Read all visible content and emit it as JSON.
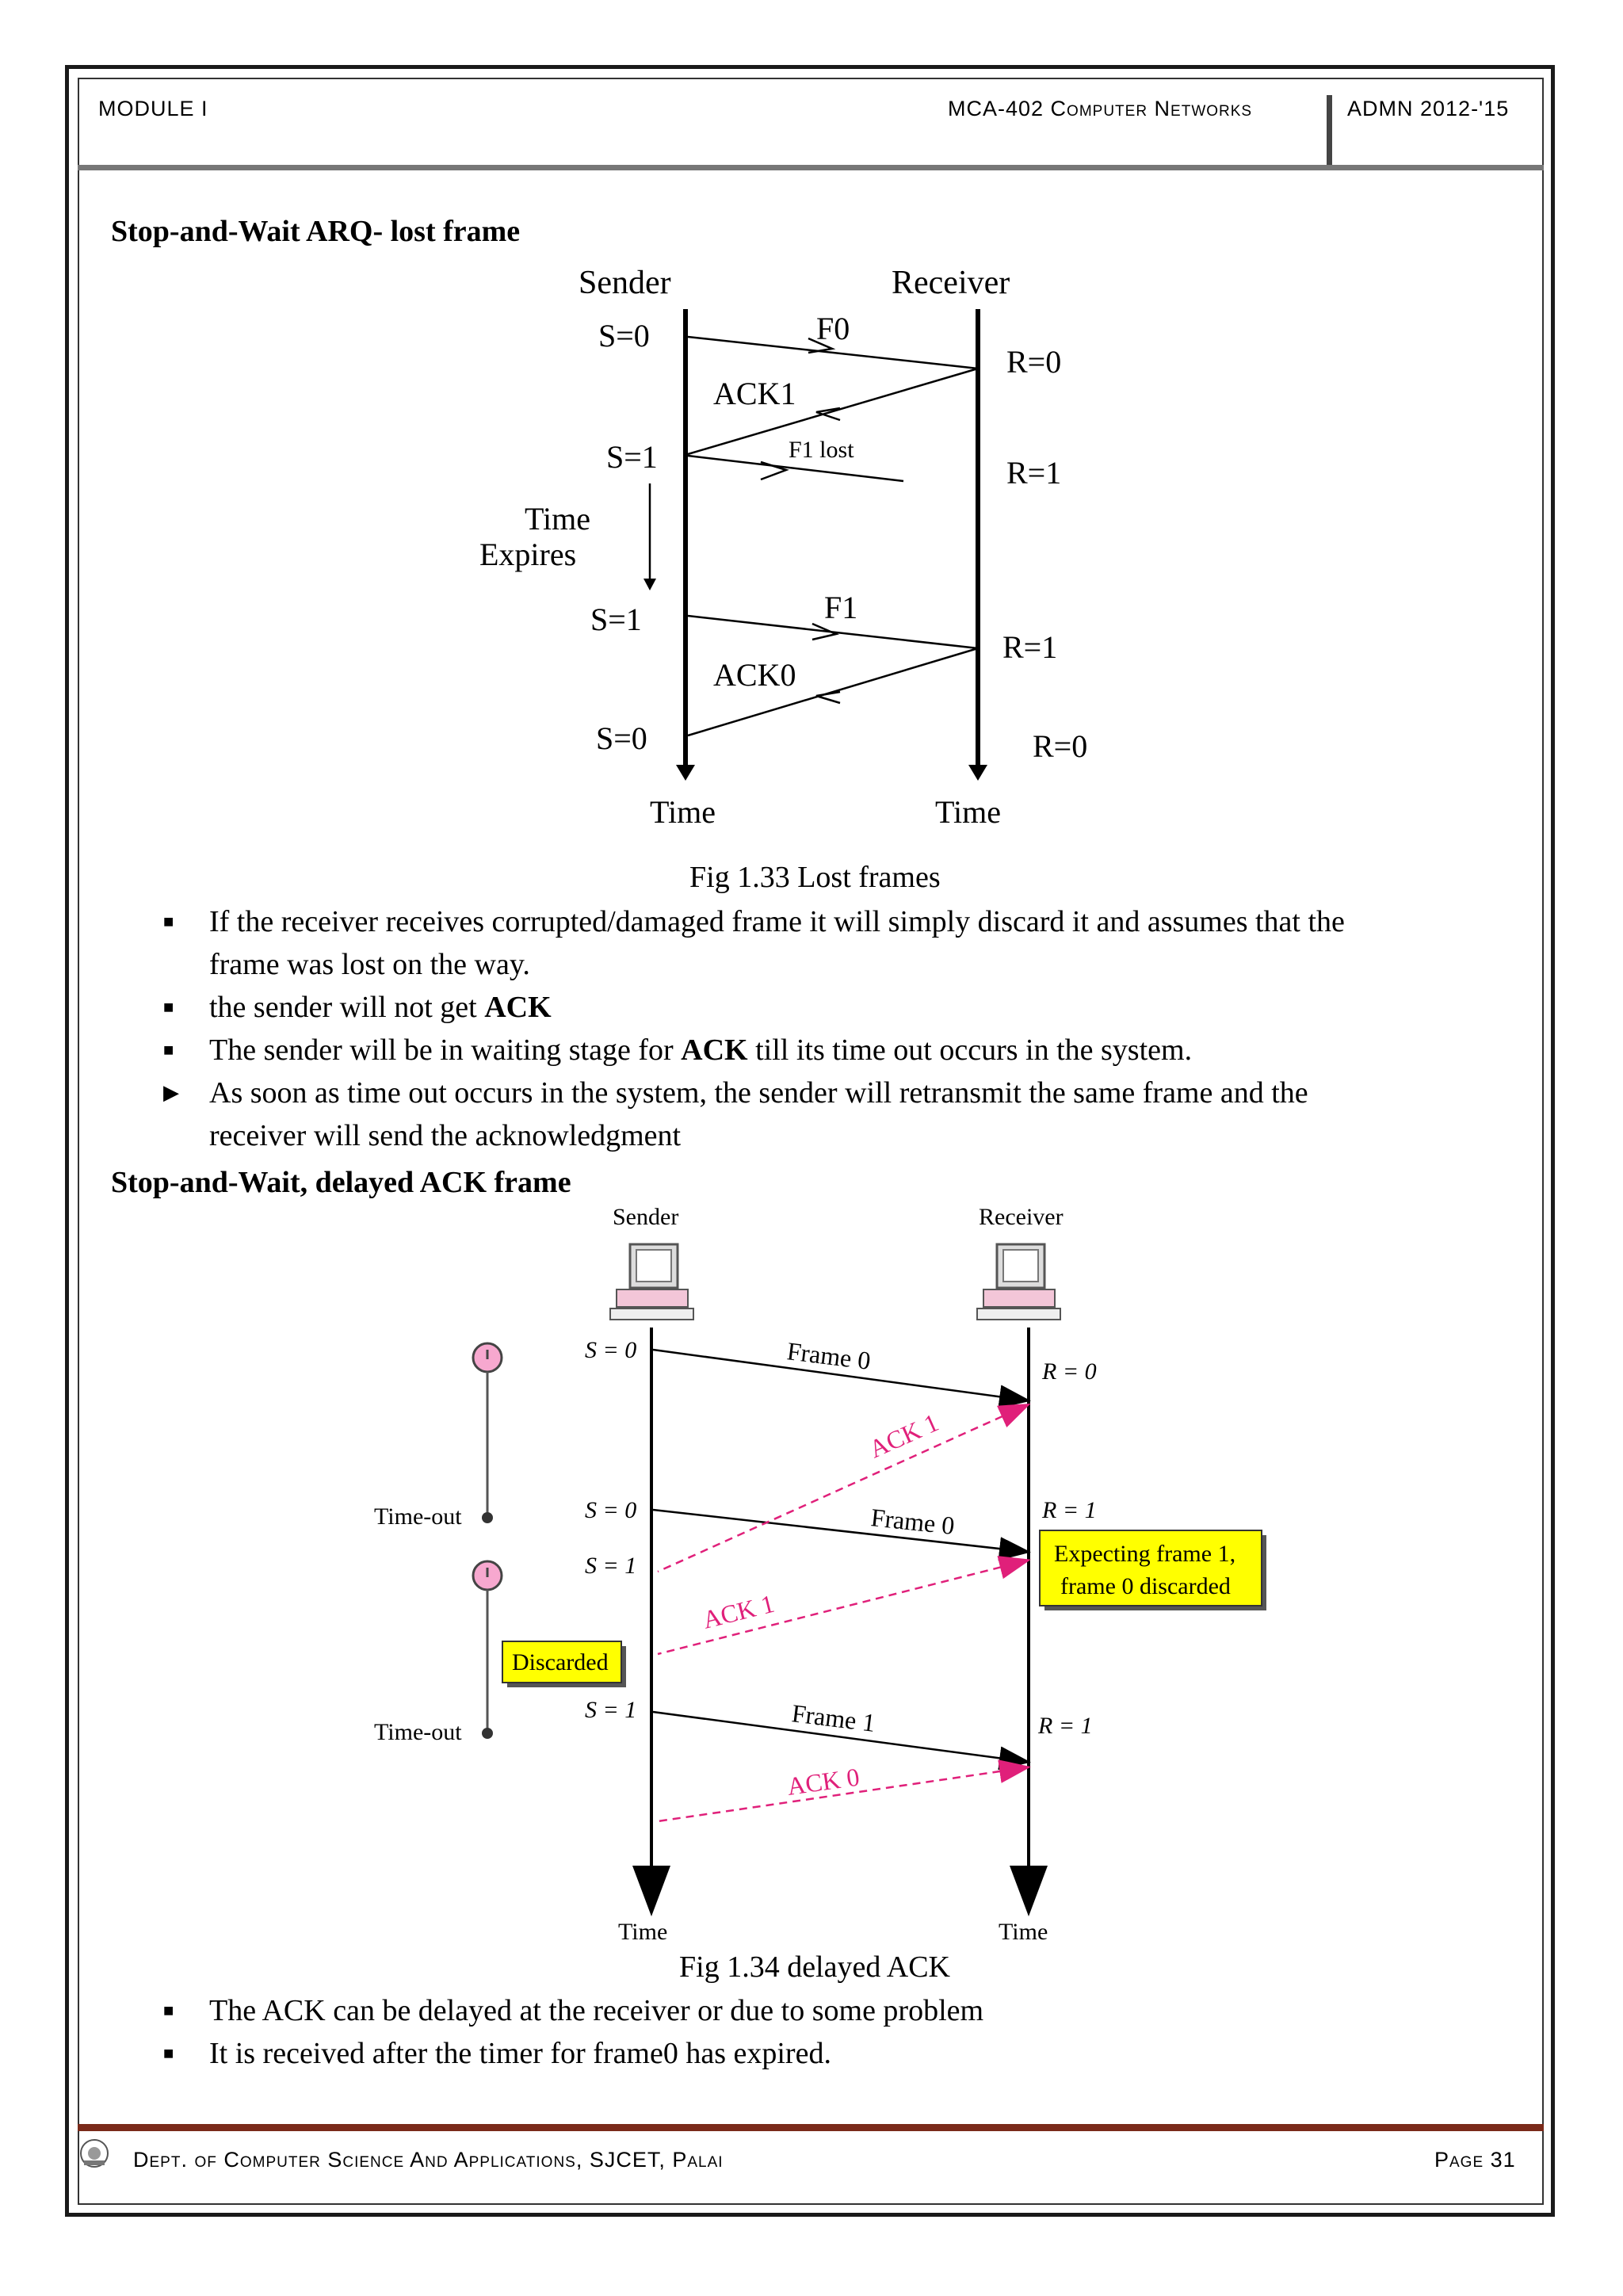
{
  "header": {
    "module": "MODULE I",
    "course": "MCA-402  Computer Networks",
    "admn": "ADMN 2012-'15"
  },
  "section1": {
    "heading": "Stop-and-Wait ARQ- lost frame",
    "diagram": {
      "sender": "Sender",
      "receiver": "Receiver",
      "s0a": "S=0",
      "f0": "F0",
      "r0a": "R=0",
      "ack1": "ACK1",
      "s1a": "S=1",
      "f1lost": "F1 lost",
      "r1a": "R=1",
      "time_expires_1": "Time",
      "time_expires_2": "Expires",
      "s1b": "S=1",
      "f1": "F1",
      "r1b": "R=1",
      "ack0": "ACK0",
      "s0b": "S=0",
      "r0b": "R=0",
      "time_s": "Time",
      "time_r": "Time"
    },
    "caption": "Fig 1.33 Lost frames",
    "bullets": [
      {
        "pre": "If the receiver receives corrupted/damaged frame it will simply discard it and assumes that the",
        "bold": "",
        "post": ""
      },
      {
        "pre": "frame was lost on the way.",
        "bold": "",
        "post": "",
        "cont": true
      },
      {
        "pre": "the sender will not get ",
        "bold": "ACK",
        "post": ""
      },
      {
        "pre": "The sender will be in waiting stage for ",
        "bold": "ACK",
        "post": " till its time out occurs in the system."
      },
      {
        "pre": "As soon as time out occurs in the system, the sender will retransmit the same frame and the",
        "bold": "",
        "post": "",
        "triangle": true
      },
      {
        "pre": "receiver will send  the acknowledgment",
        "bold": "",
        "post": "",
        "cont": true
      }
    ]
  },
  "section2": {
    "heading": "Stop-and-Wait, delayed ACK frame",
    "diagram": {
      "sender": "Sender",
      "receiver": "Receiver",
      "s0a": "S = 0",
      "frame0a": "Frame 0",
      "r0": "R = 0",
      "ack1a": "ACK 1",
      "timeout1": "Time-out",
      "s0b": "S = 0",
      "frame0b": "Frame 0",
      "r1a": "R = 1",
      "s1a": "S = 1",
      "expecting1": "Expecting frame 1,",
      "expecting2": "frame 0 discarded",
      "ack1b": "ACK 1",
      "discarded": "Discarded",
      "timeout2": "Time-out",
      "s1b": "S = 1",
      "frame1": "Frame 1",
      "r1b": "R = 1",
      "ack0": "ACK 0",
      "time_s": "Time",
      "time_r": "Time"
    },
    "caption": "Fig 1.34 delayed ACK",
    "bullets": [
      {
        "pre": "The ACK can be delayed at the receiver or due to some problem"
      },
      {
        "pre": "It is received after the timer for frame0 has expired."
      }
    ]
  },
  "footer": {
    "dept": "Dept. of Computer Science And Applications, SJCET, Palai",
    "page": "Page 31"
  },
  "colors": {
    "ack_magenta": "#e0207a",
    "note_yellow": "#ffff00",
    "footer_line": "#7a2a1a"
  }
}
